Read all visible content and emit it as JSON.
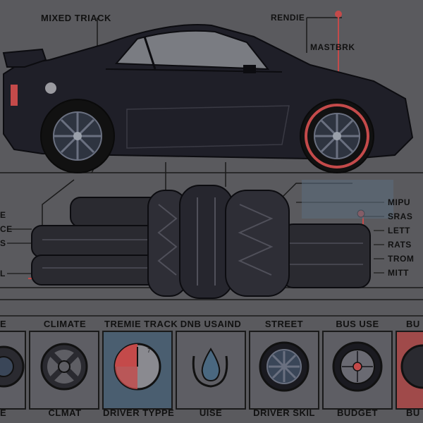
{
  "colors": {
    "background": "#5a5a5e",
    "car_body": "#1f1f28",
    "accent_red": "#c44a4a",
    "accent_blue": "#3a4c60",
    "line": "#1a1a1a"
  },
  "top_labels": {
    "mixed_track": "MIXED TRIACK",
    "rendie": "RENDIE",
    "mastrk": "MASTBRK"
  },
  "left_labels": [
    "E",
    "CE",
    "S",
    "L"
  ],
  "right_labels": [
    "MIPU",
    "SRAS",
    "LETT",
    "RATS",
    "TROM",
    "MITT"
  ],
  "categories": [
    {
      "label": "E",
      "icon": "wheel-icon"
    },
    {
      "label": "CLIMATE",
      "icon": "steering-wheel-icon"
    },
    {
      "label": "TREMIE TRACK",
      "icon": "gauge-icon"
    },
    {
      "label": "DNB USAIND",
      "icon": "water-drop-icon"
    },
    {
      "label": "STREET",
      "icon": "rim-icon"
    },
    {
      "label": "BUS USE",
      "icon": "brake-disc-icon"
    },
    {
      "label": "BU",
      "icon": "tire-icon"
    }
  ],
  "bottom_labels": [
    "E",
    "CLMAT",
    "DRIVER TYPPE",
    "UISE",
    "DRIVER SKIL",
    "BUDGET",
    "BU"
  ]
}
